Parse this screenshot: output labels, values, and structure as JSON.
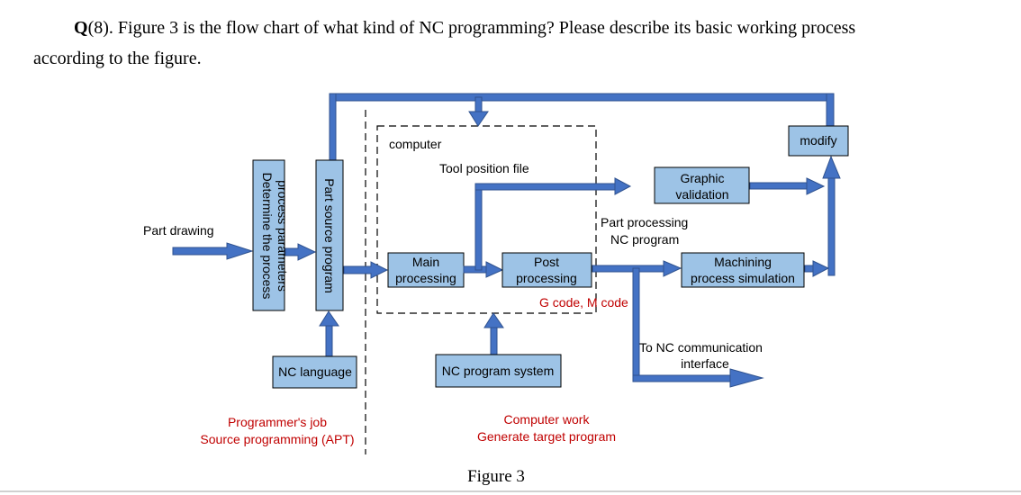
{
  "question": {
    "prefix": "Q",
    "line1": "(8). Figure 3 is the flow chart of what kind of NC programming? Please describe its basic working process",
    "line2": "according to the figure."
  },
  "diagram": {
    "part_drawing": "Part drawing",
    "process_box": {
      "line1": "Determine the process",
      "line2": "process parameters"
    },
    "source_box": "Part source program",
    "nc_language": "NC language",
    "computer": "computer",
    "tool_position_file": "Tool position file",
    "main_processing": {
      "line1": "Main",
      "line2": "processing"
    },
    "post_processing": {
      "line1": "Post",
      "line2": "processing"
    },
    "graphic_validation": {
      "line1": "Graphic",
      "line2": "validation"
    },
    "part_processing": {
      "line1": "Part processing",
      "line2": "NC program"
    },
    "machining_sim": {
      "line1": "Machining",
      "line2": "process simulation"
    },
    "modify": "modify",
    "g_code": "G code, M code",
    "nc_program_system": "NC program system",
    "to_nc": {
      "line1": "To NC communication",
      "line2": "interface"
    },
    "programmer": {
      "line1": "Programmer's job",
      "line2": "Source programming (APT)"
    },
    "computer_work": {
      "line1": "Computer work",
      "line2": "Generate target program"
    },
    "caption": "Figure 3"
  }
}
